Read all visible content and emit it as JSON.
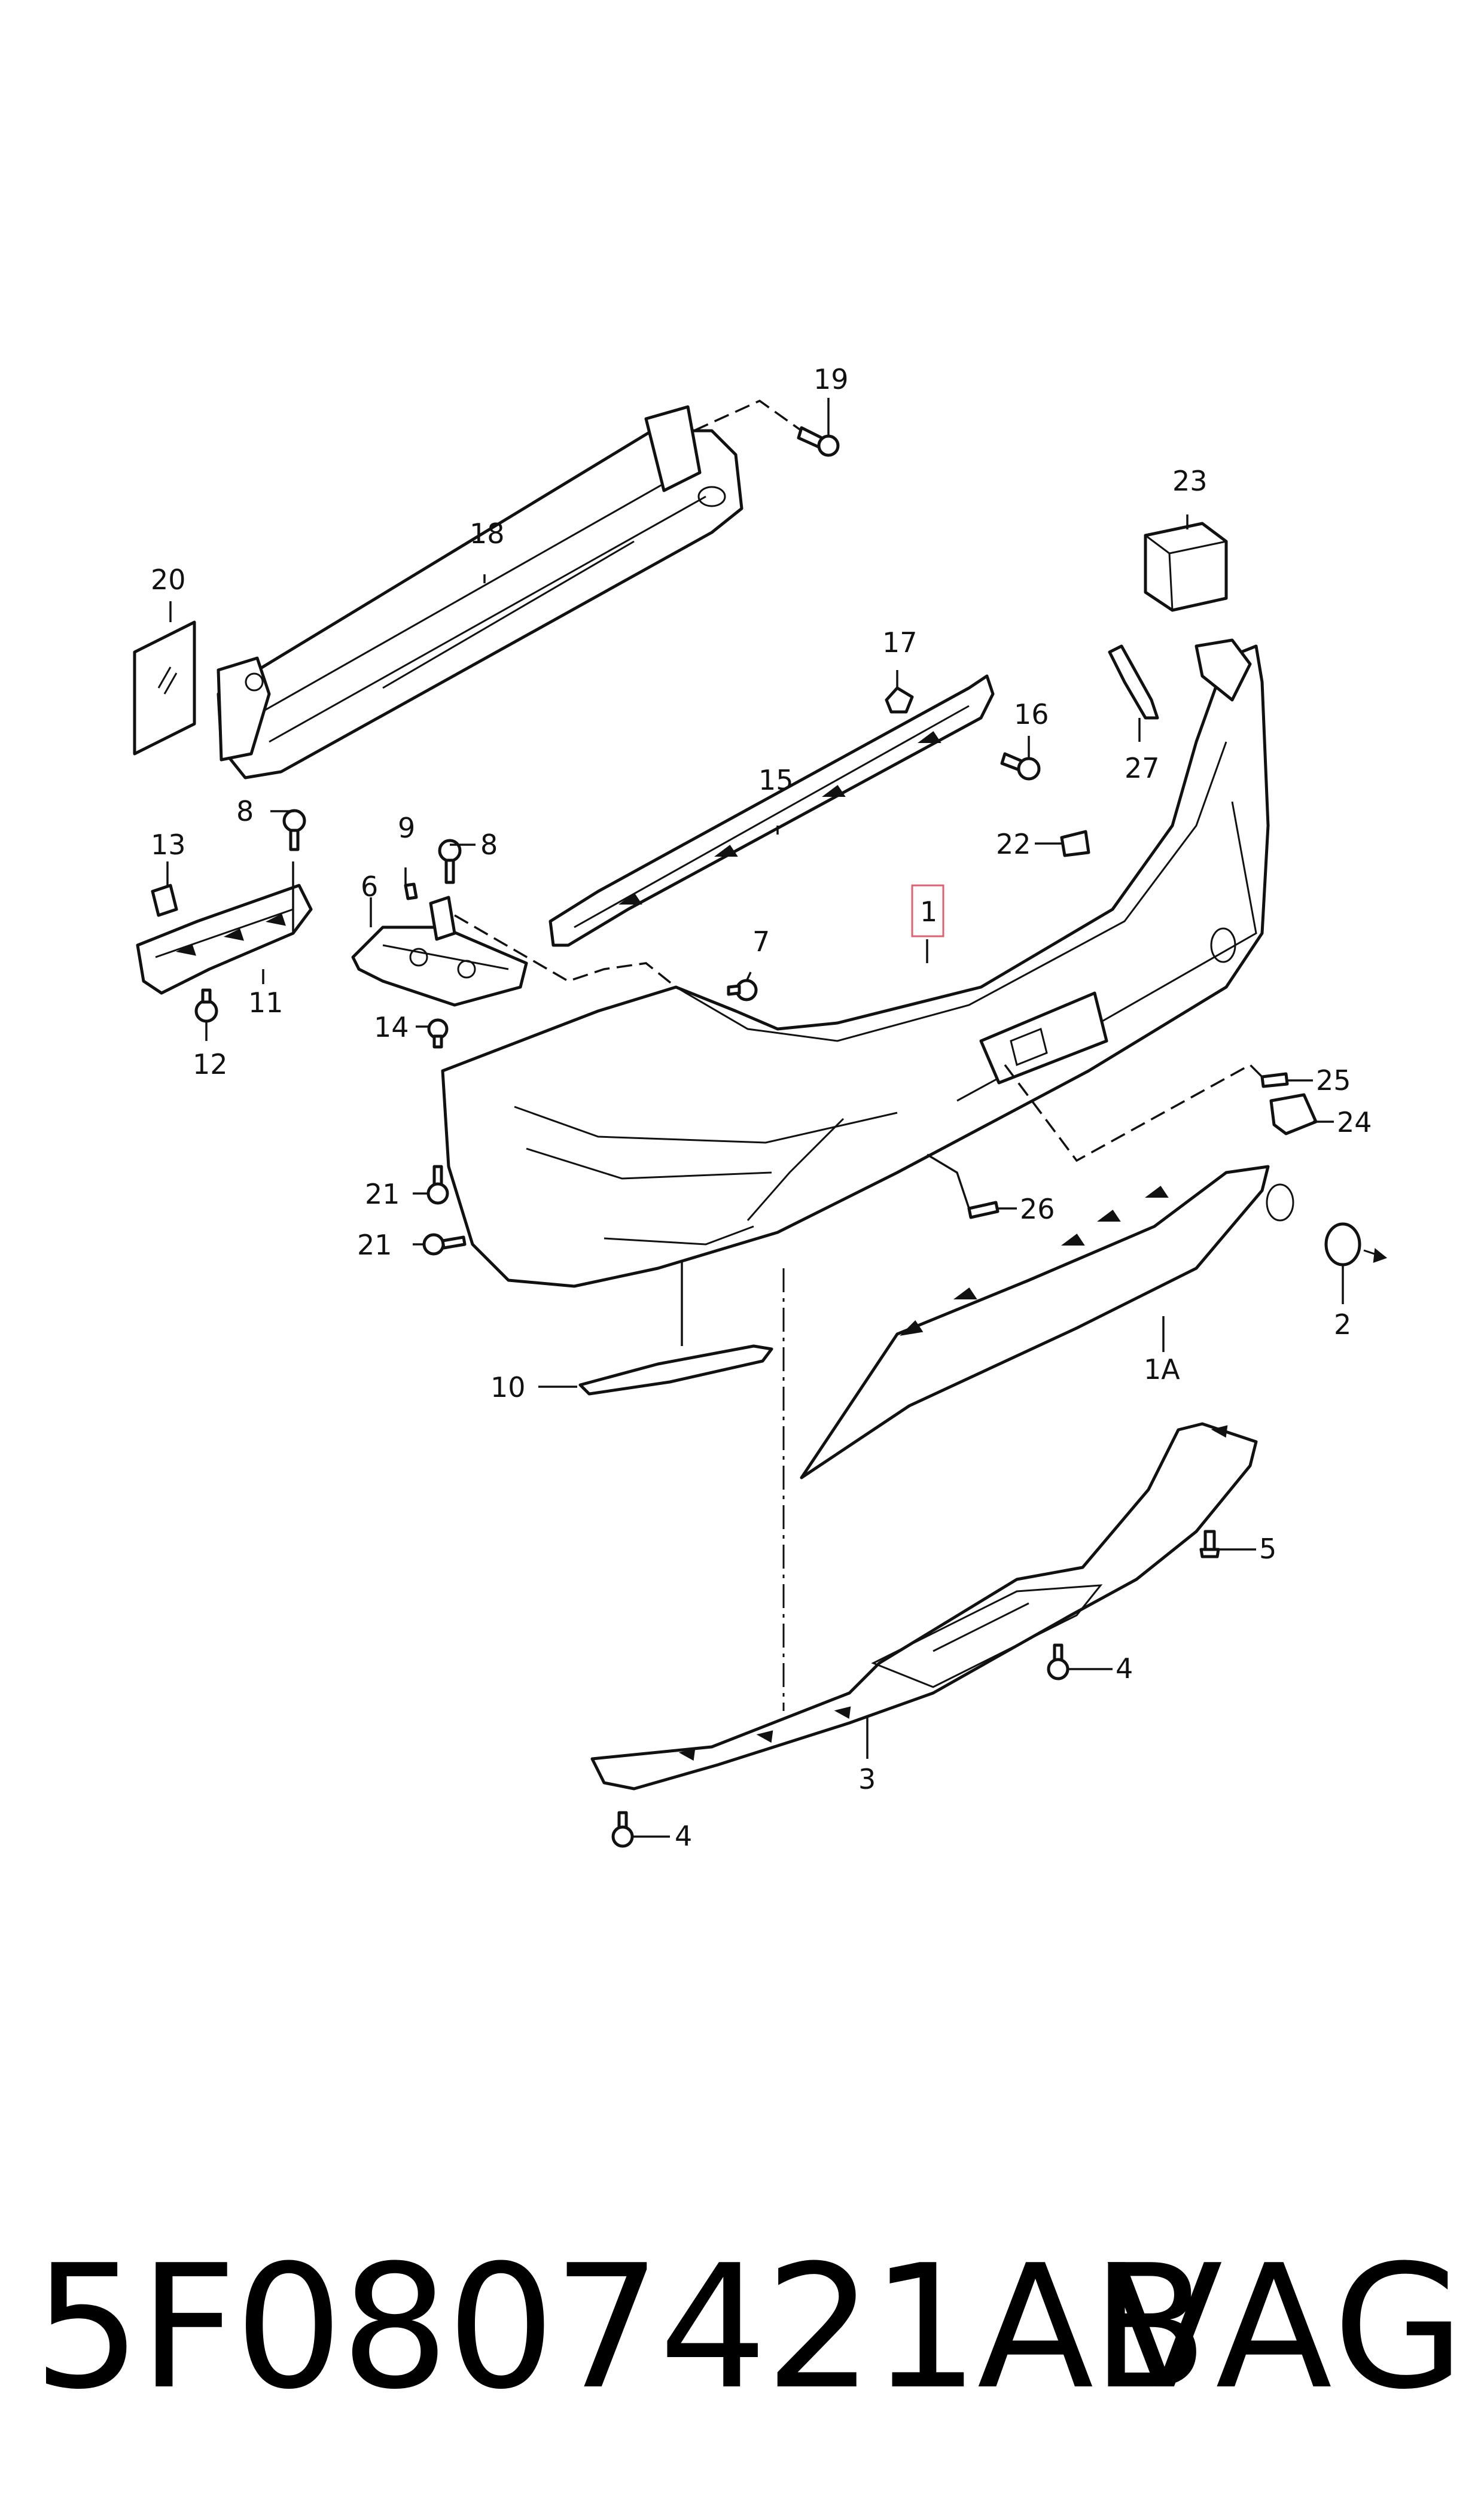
{
  "diagram": {
    "callouts": {
      "c1": "1",
      "c1A": "1A",
      "c2": "2",
      "c3": "3",
      "c4a": "4",
      "c4b": "4",
      "c5": "5",
      "c6": "6",
      "c7": "7",
      "c8a": "8",
      "c8b": "8",
      "c9": "9",
      "c10": "10",
      "c11": "11",
      "c12": "12",
      "c13": "13",
      "c14": "14",
      "c15": "15",
      "c16": "16",
      "c17": "17",
      "c18": "18",
      "c19": "19",
      "c20": "20",
      "c21a": "21",
      "c21b": "21",
      "c22": "22",
      "c23": "23",
      "c24": "24",
      "c25": "25",
      "c26": "26",
      "c27": "27"
    },
    "highlight_color": "#e06070"
  },
  "footer": {
    "part_number": "5F0807421AB",
    "brand": "VAG"
  }
}
